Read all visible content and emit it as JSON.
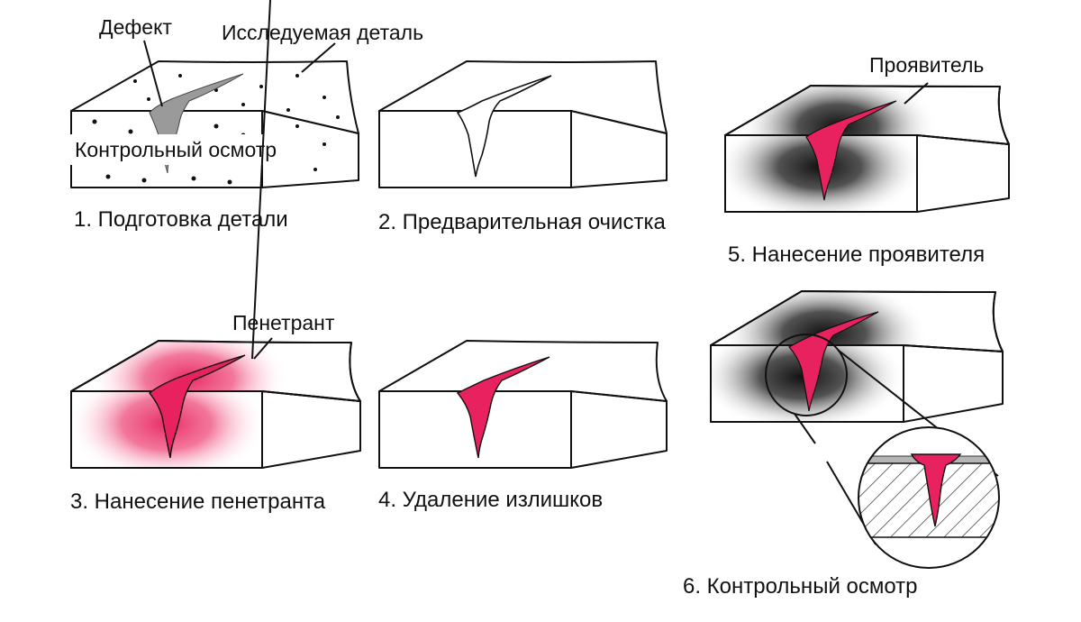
{
  "labels": {
    "defect": "Дефект",
    "part": "Исследуемая деталь",
    "inspection": "Контрольный осмотр",
    "developer": "Проявитель",
    "penetrant": "Пенетрант"
  },
  "steps": [
    {
      "caption": "1. Подготовка детали"
    },
    {
      "caption": "2. Предварительная очистка"
    },
    {
      "caption": "3. Нанесение пенетранта"
    },
    {
      "caption": "4. Удаление излишков"
    },
    {
      "caption": "5. Нанесение проявителя"
    },
    {
      "caption": "6. Контрольный осмотр"
    }
  ],
  "colors": {
    "penetrant": "#e8215f",
    "developer": "#222222",
    "defect_fill": "#9a9a9a",
    "outline": "#111111"
  }
}
